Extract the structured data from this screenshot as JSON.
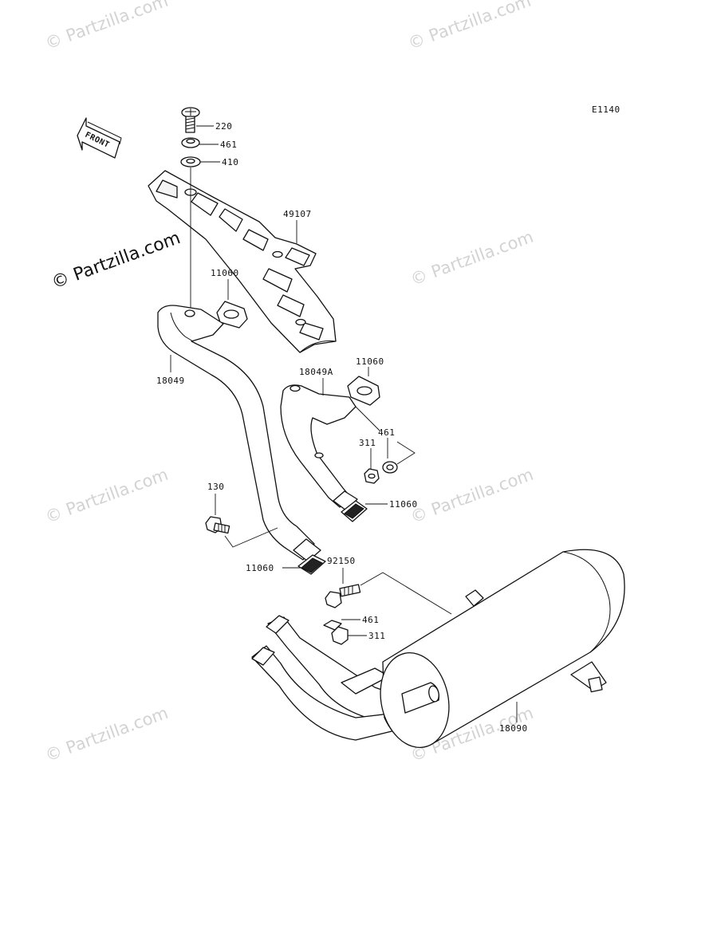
{
  "diagram_code": "E1140",
  "front_label": "FRONT",
  "watermark_text": "© Partzilla.com",
  "watermark_prominent": "© Partzilla.com",
  "parts": {
    "bolt_top": "220",
    "lock_washer_top": "461",
    "washer_top": "410",
    "heat_guard": "49107",
    "gasket_upper_left": "11060",
    "exhaust_pipe_left": "18049",
    "exhaust_pipe_right": "18049A",
    "gasket_upper_right": "11060",
    "lock_washer_mid": "461",
    "nut_mid": "311",
    "gasket_lower_right": "11060",
    "bolt_left": "130",
    "gasket_lower_left": "11060",
    "bolt_muffler": "92150",
    "lock_washer_low": "461",
    "nut_low": "311",
    "muffler": "18090"
  },
  "colors": {
    "line": "#111111",
    "watermark": "#d3d3d3",
    "background": "#ffffff"
  }
}
